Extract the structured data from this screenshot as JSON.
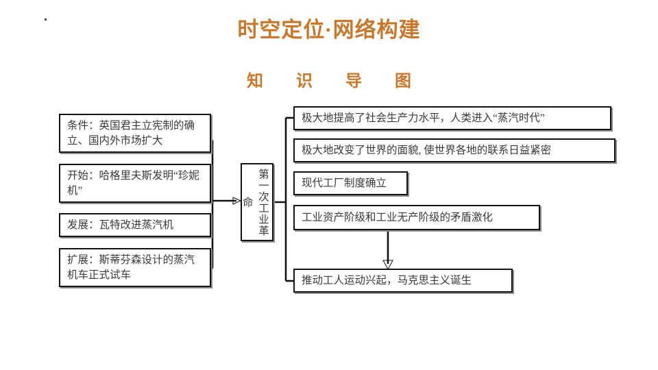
{
  "page": {
    "title": "时空定位·网络构建",
    "subtitle": "知识导图",
    "accent_color": "#c8772b",
    "text_color": "#3a3a3a",
    "border_color": "#121212",
    "background_color": "#ffffff"
  },
  "diagram": {
    "center_node": {
      "label": "第一次工业革命",
      "orientation": "vertical-rl"
    },
    "left_nodes": [
      {
        "label": "条件：英国君主立宪制的确立、国内外市场扩大"
      },
      {
        "label": "开始：哈格里夫斯发明“珍妮机”"
      },
      {
        "label": "发展：瓦特改进蒸汽机"
      },
      {
        "label": "扩展：斯蒂芬森设计的蒸汽机车正式试车"
      }
    ],
    "right_nodes": [
      {
        "label": "极大地提高了社会生产力水平，人类进入“蒸汽时代”"
      },
      {
        "label": "极大地改变了世界的面貌, 使世界各地的联系日益紧密"
      },
      {
        "label": "现代工厂制度确立"
      },
      {
        "label": "工业资产阶级和工业无产阶级的矛盾激化"
      },
      {
        "label": "推动工人运动兴起，马克思主义诞生"
      }
    ],
    "connectors": [
      {
        "name": "left-brace-to-center",
        "type": "brace-arrow",
        "direction": "right"
      },
      {
        "name": "center-to-right-brace",
        "type": "brace",
        "direction": "right"
      },
      {
        "name": "contradiction-to-movement",
        "type": "arrow",
        "direction": "down"
      }
    ]
  }
}
